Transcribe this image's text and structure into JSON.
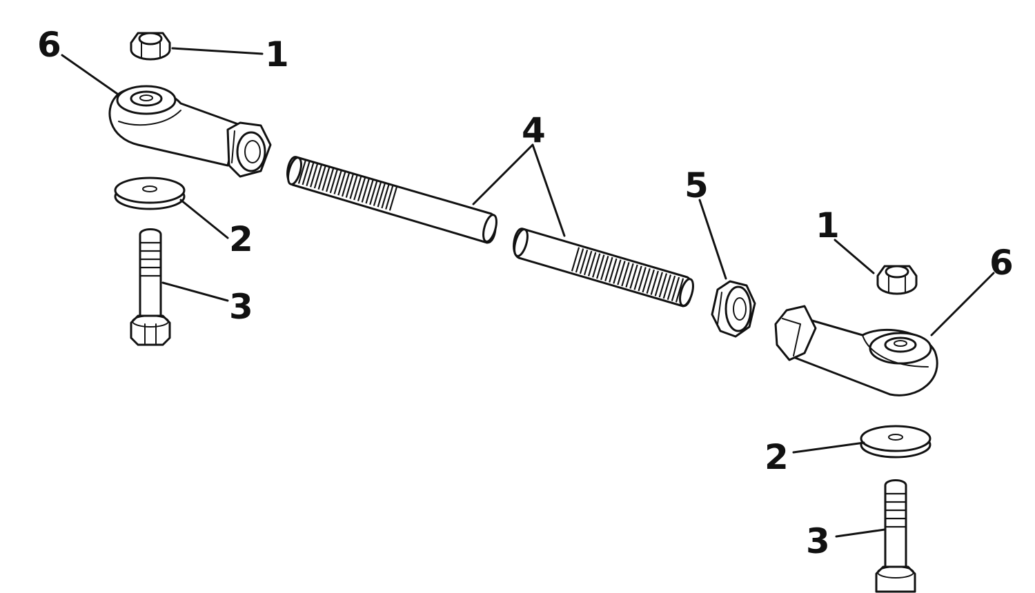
{
  "callouts": {
    "nut_left": "1",
    "nut_right": "1",
    "washer_left": "2",
    "washer_right": "2",
    "bolt_left": "3",
    "bolt_right": "3",
    "rod": "4",
    "jam_nut": "5",
    "rod_end_left": "6",
    "rod_end_right": "6"
  },
  "colors": {
    "ink": "#111111",
    "paper": "#ffffff"
  }
}
